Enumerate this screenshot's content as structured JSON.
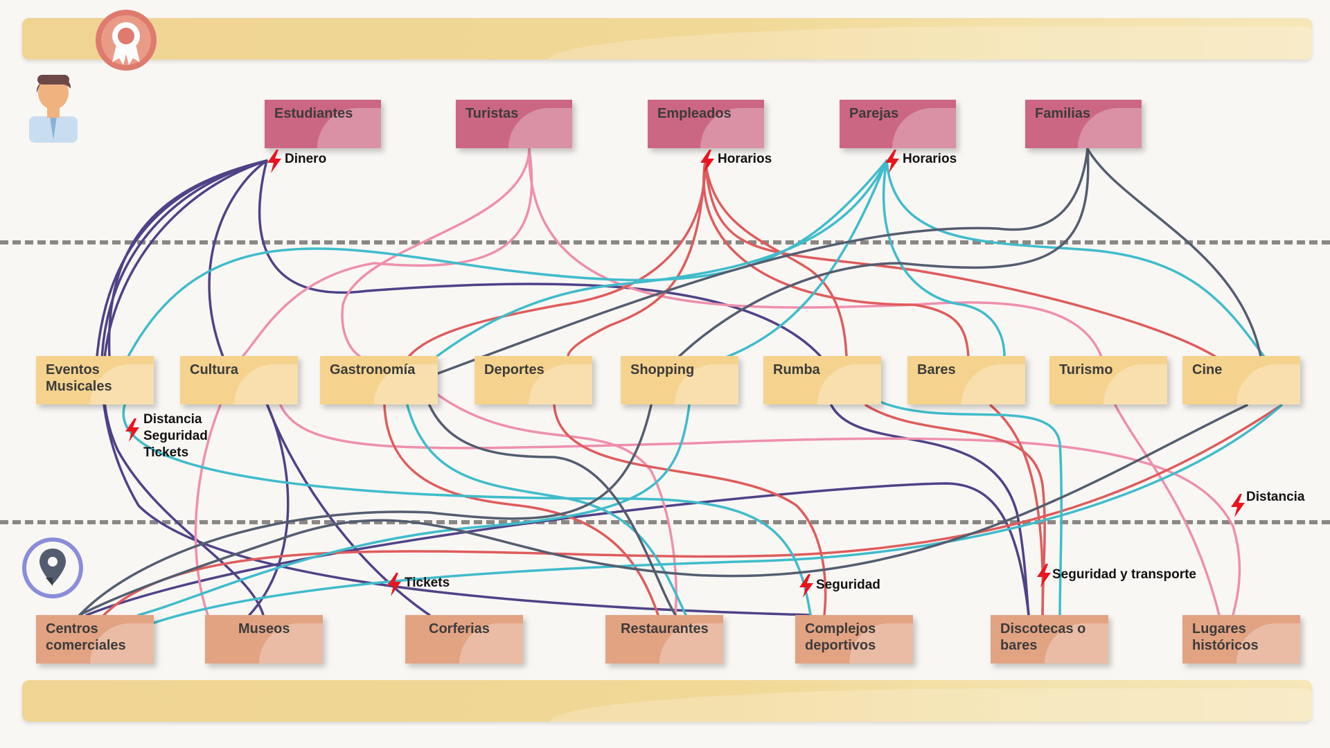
{
  "user_groups": [
    "Estudiantes",
    "Turistas",
    "Empleados",
    "Parejas",
    "Familias"
  ],
  "categories": [
    "Eventos Musicales",
    "Cultura",
    "Gastronomía",
    "Deportes",
    "Shopping",
    "Rumba",
    "Bares",
    "Turismo",
    "Cine"
  ],
  "places": [
    "Centros comerciales",
    "Museos",
    "Corferias",
    "Restaurantes",
    "Complejos deportivos",
    "Discotecas o bares",
    "Lugares históricos"
  ],
  "notes": {
    "dinero": "Dinero",
    "horarios_empleados": "Horarios",
    "horarios_parejas": "Horarios",
    "distancia_seguridad_tickets": [
      "Distancia",
      "Seguridad",
      "Tickets"
    ],
    "distancia": "Distancia",
    "tickets": "Tickets",
    "seguridad": "Seguridad",
    "seguridad_transporte": "Seguridad y transporte"
  },
  "icons": {
    "badge": "award-ribbon-icon",
    "user": "user-avatar-icon",
    "location": "map-pin-icon",
    "warning": "lightning-bolt-icon"
  },
  "colors": {
    "user_node": "#cc6783",
    "category_node": "#f5d38e",
    "place_node": "#e2a383",
    "line_purple": "#4f4287",
    "line_pink": "#ee8fae",
    "line_red": "#de5c5c",
    "line_teal": "#3fbccb",
    "line_slate": "#545d70",
    "warning": "#e8141e"
  }
}
